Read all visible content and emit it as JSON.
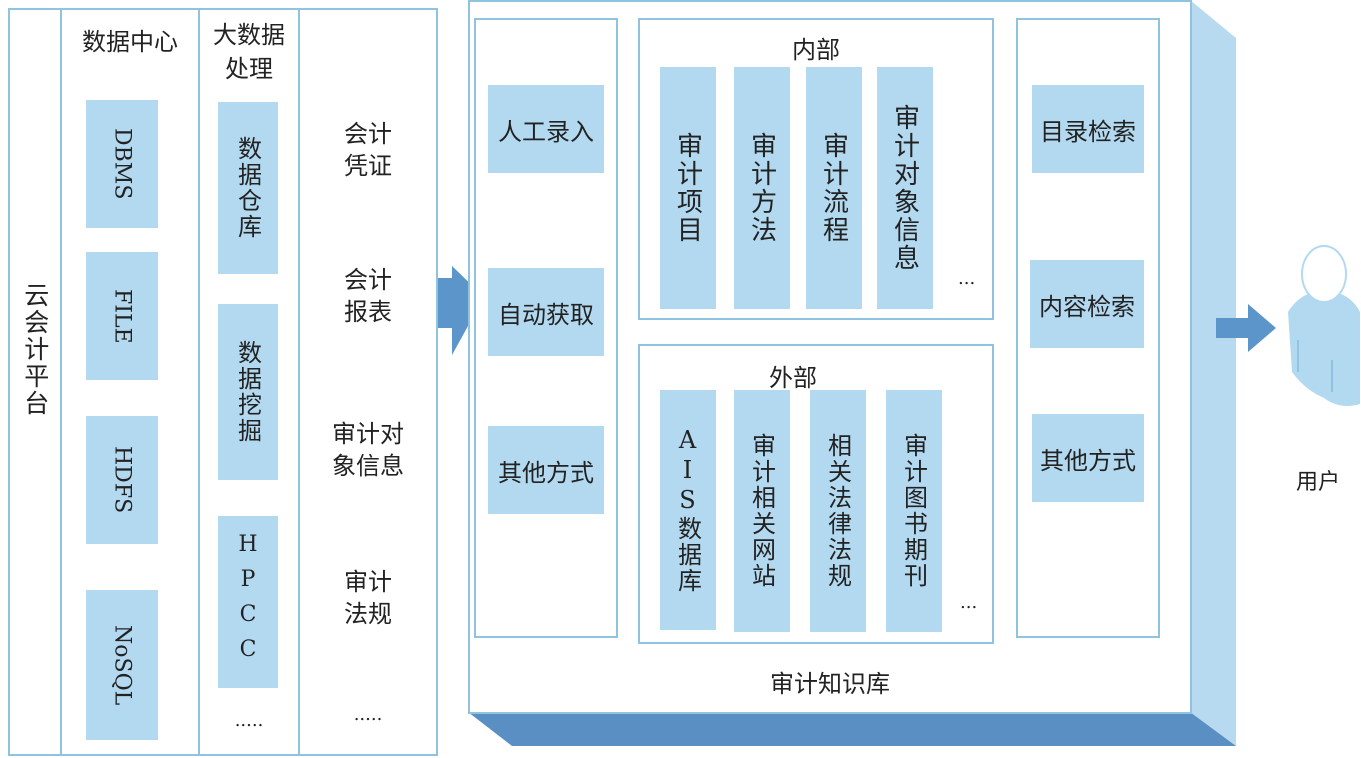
{
  "cloud_platform": {
    "label": "云会计平台"
  },
  "data_center": {
    "title": "数据中心",
    "items": [
      "DBMS",
      "FILE",
      "HDFS",
      "NoSQL"
    ]
  },
  "big_data": {
    "title_line1": "大数据",
    "title_line2": "处理",
    "items": [
      "数据仓库",
      "数据挖掘",
      "HPCC"
    ],
    "more": "....."
  },
  "sources": {
    "items": [
      [
        "会计",
        "凭证"
      ],
      [
        "会计",
        "报表"
      ],
      [
        "审计对",
        "象信息"
      ],
      [
        "审计",
        "法规"
      ]
    ],
    "more": "....."
  },
  "knowledge_base": {
    "title": "审计知识库",
    "inputs": [
      "人工录入",
      "自动获取",
      "其他方式"
    ],
    "internal": {
      "title": "内部",
      "items": [
        "审计项目",
        "审计方法",
        "审计流程",
        "审计对象信息"
      ],
      "more": "..."
    },
    "external": {
      "title": "外部",
      "items": [
        "AIS数据库",
        "审计相关网站",
        "相关法律法规",
        "审计图书期刊"
      ],
      "more": "..."
    },
    "retrieval": [
      "目录检索",
      "内容检索",
      "其他方式"
    ]
  },
  "user": {
    "label": "用户"
  },
  "colors": {
    "tile": "#b3d9f0",
    "frame": "#8fc3e0",
    "arrow": "#5b95c9",
    "shadow": "#5a8fc4"
  }
}
